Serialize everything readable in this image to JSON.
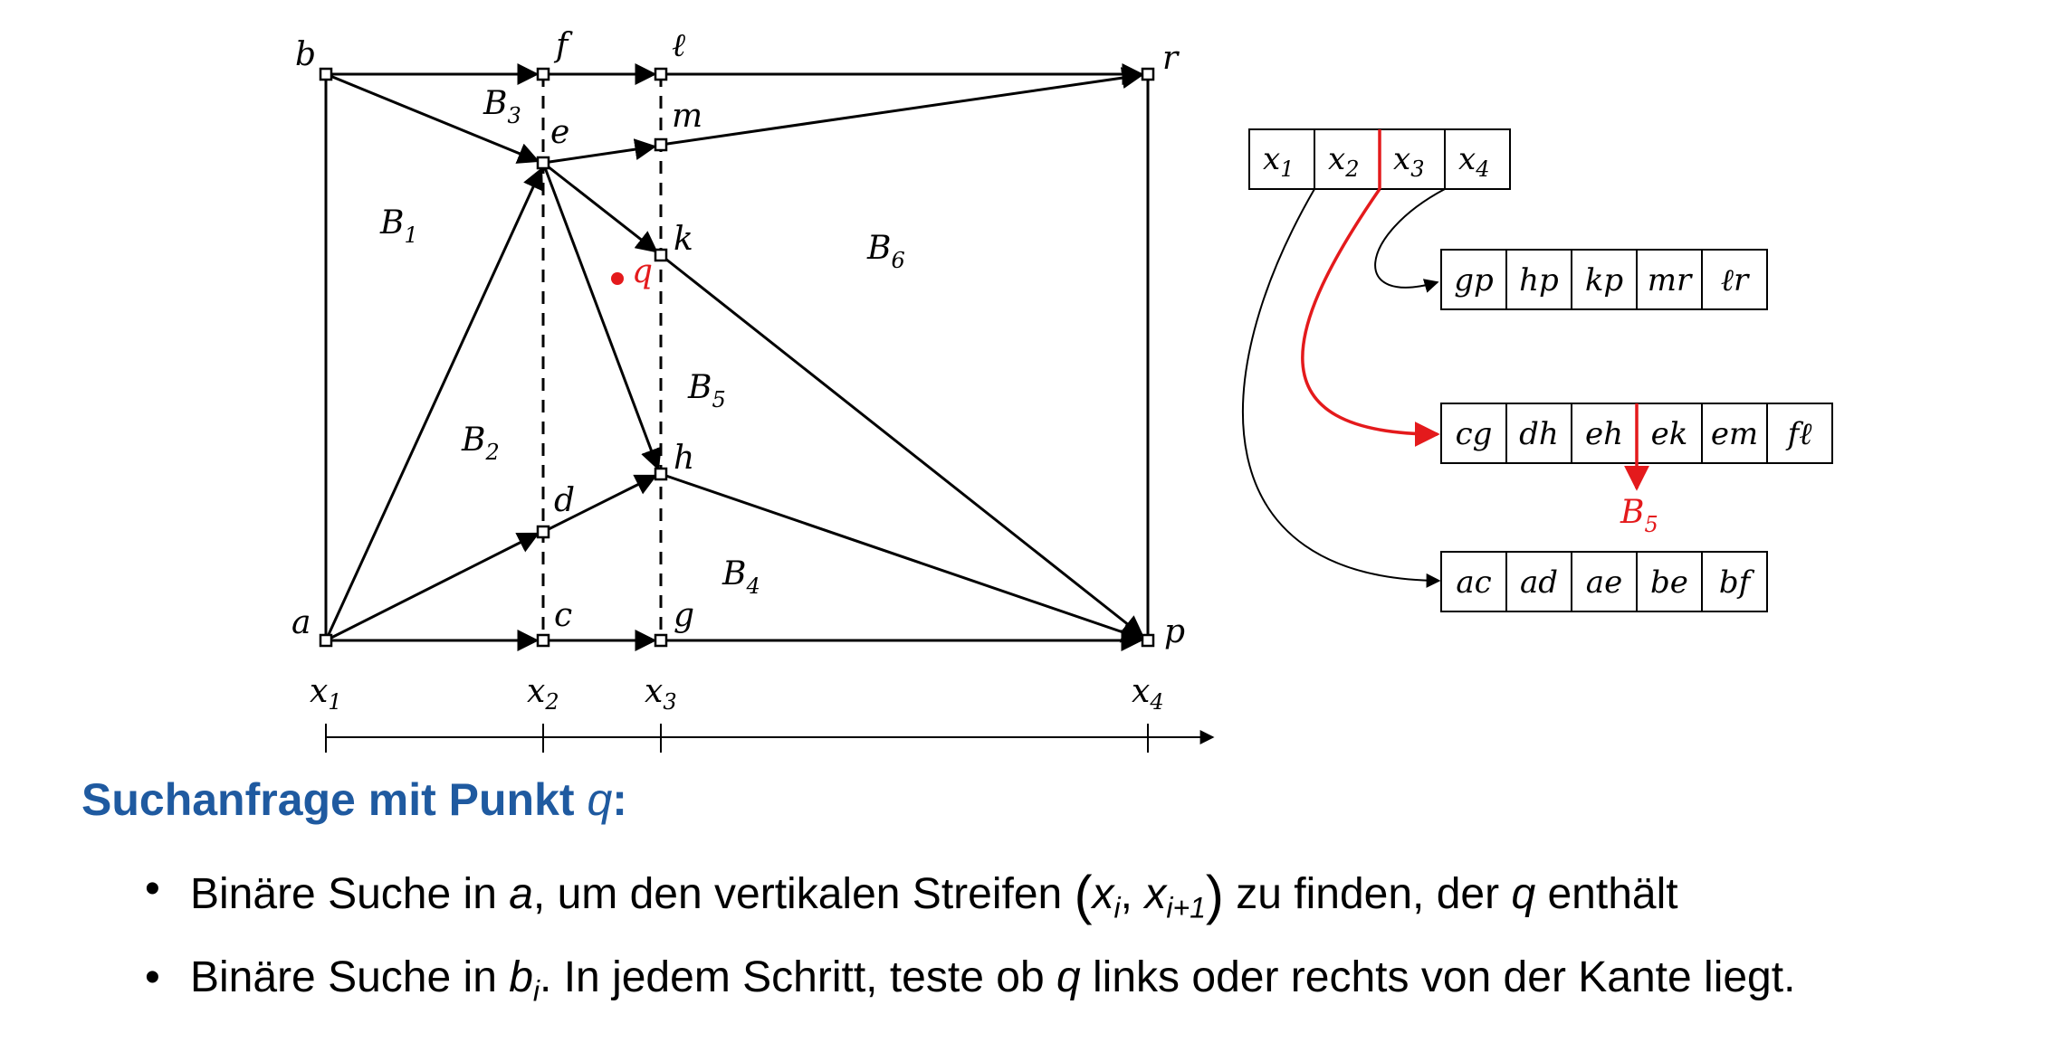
{
  "figure": {
    "vertices": [
      {
        "id": "a",
        "label": "a"
      },
      {
        "id": "b",
        "label": "b"
      },
      {
        "id": "c",
        "label": "c"
      },
      {
        "id": "d",
        "label": "d"
      },
      {
        "id": "e",
        "label": "e"
      },
      {
        "id": "f",
        "label": "f"
      },
      {
        "id": "g",
        "label": "g"
      },
      {
        "id": "h",
        "label": "h"
      },
      {
        "id": "k",
        "label": "k"
      },
      {
        "id": "l",
        "label": "ℓ"
      },
      {
        "id": "m",
        "label": "m"
      },
      {
        "id": "p",
        "label": "p"
      },
      {
        "id": "r",
        "label": "r"
      }
    ],
    "query_point": {
      "label": "q",
      "color": "#e41a1c"
    },
    "regions": [
      {
        "id": "B1",
        "base": "B",
        "sub": "1"
      },
      {
        "id": "B2",
        "base": "B",
        "sub": "2"
      },
      {
        "id": "B3",
        "base": "B",
        "sub": "3"
      },
      {
        "id": "B4",
        "base": "B",
        "sub": "4"
      },
      {
        "id": "B5",
        "base": "B",
        "sub": "5"
      },
      {
        "id": "B6",
        "base": "B",
        "sub": "6"
      }
    ],
    "axis_ticks": [
      {
        "base": "x",
        "sub": "1"
      },
      {
        "base": "x",
        "sub": "2"
      },
      {
        "base": "x",
        "sub": "3"
      },
      {
        "base": "x",
        "sub": "4"
      }
    ],
    "top_array": [
      {
        "base": "x",
        "sub": "1"
      },
      {
        "base": "x",
        "sub": "2"
      },
      {
        "base": "x",
        "sub": "3"
      },
      {
        "base": "x",
        "sub": "4"
      }
    ],
    "lists": [
      [
        "gp",
        "hp",
        "kp",
        "mr",
        "ℓr"
      ],
      [
        "cg",
        "dh",
        "eh",
        "ek",
        "em",
        "fℓ"
      ],
      [
        "ac",
        "ad",
        "ae",
        "be",
        "bf"
      ]
    ],
    "result": {
      "base": "B",
      "sub": "5",
      "color": "#e41a1c"
    }
  },
  "text": {
    "heading": "Suchanfrage mit Punkt ",
    "heading_var": "q",
    "heading_colon": ":",
    "bullet1": {
      "t1": "Binäre Suche in ",
      "v1": "a",
      "t2": ", um den vertikalen Streifen ",
      "open": "(",
      "x1": "x",
      "s1": "i",
      "comma": ", ",
      "x2": "x",
      "s2": "i+1",
      "close": ")",
      "t3": " zu finden, der ",
      "v2": "q",
      "t4": " enthält"
    },
    "bullet2": {
      "t1": "Binäre Suche in ",
      "v1": "b",
      "s1": "i",
      "t2": ". In jedem Schritt, teste ob ",
      "v2": "q",
      "t3": " links oder rechts von der Kante liegt."
    },
    "accent_color": "#1f5aa0"
  }
}
